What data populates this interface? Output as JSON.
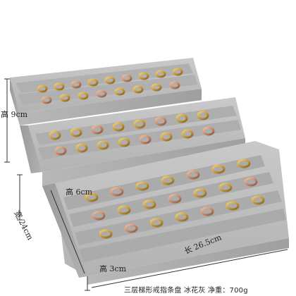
{
  "image": {
    "subject": "three-tier ring display tray",
    "colors": {
      "background": "#ffffff",
      "velvet": "#bdbdbd",
      "velvet_dark": "#8f8f8f",
      "gold": "#c9a24a",
      "rose_gold": "#c98b6a",
      "silver": "#d8d8d8",
      "dimension_line": "#333333"
    }
  },
  "labels": {
    "height_top": "高 9cm",
    "height_mid": "高 6cm",
    "height_low": "高 3cm",
    "width": "宽 24cm",
    "length": "长 26.5cm"
  },
  "caption": "三层梯形戒指条盘  冰花灰  净重：700g"
}
